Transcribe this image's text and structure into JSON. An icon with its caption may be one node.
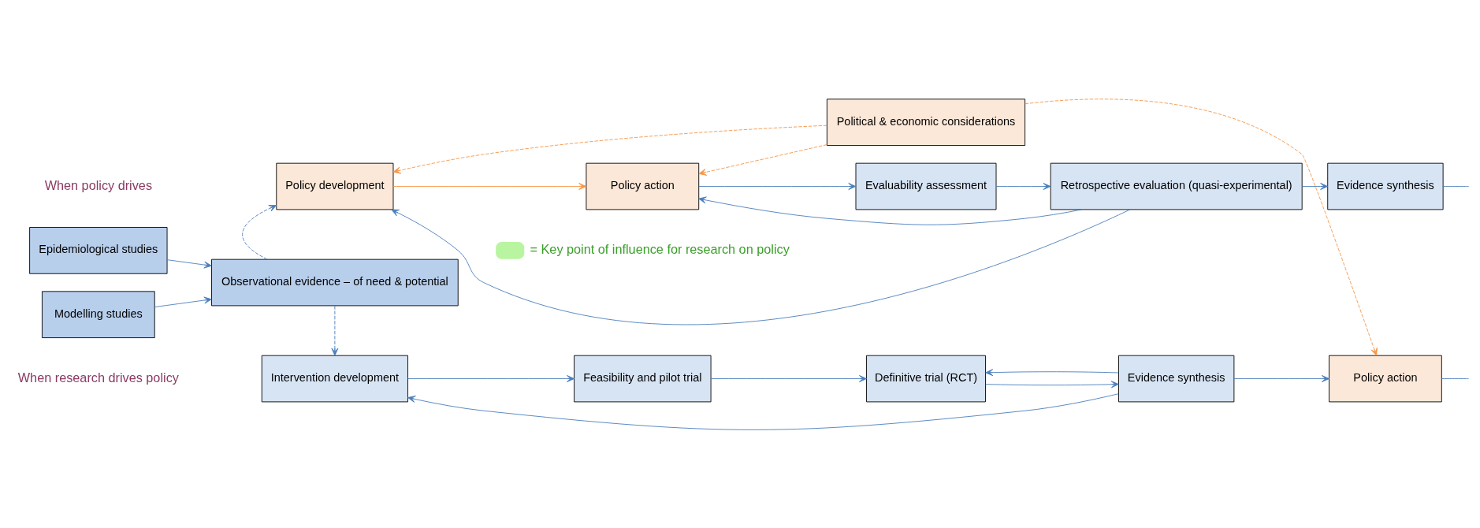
{
  "diagram": {
    "nodes": [
      {
        "text": [
          "Intervention development"
        ]
      },
      {
        "text": [
          "Feasibility and pilot trial"
        ]
      },
      {
        "text": [
          "Definitive trial (RCT)"
        ]
      },
      {
        "text": [
          "Evidence synthesis"
        ]
      },
      {
        "text": [
          "Policy action"
        ]
      },
      {
        "text": [
          "Epidemiological studies"
        ]
      },
      {
        "text": [
          "Modelling studies"
        ]
      },
      {
        "text": [
          "Observational evidence – of need & potential"
        ]
      },
      {
        "text": [
          "Political & economic considerations"
        ]
      },
      {
        "text": [
          "Policy development"
        ]
      },
      {
        "text": [
          "Policy action"
        ]
      },
      {
        "text": [
          "Evaluability assessment"
        ]
      },
      {
        "text": [
          "Retrospective evaluation (quasi-experimental)"
        ]
      },
      {
        "text": [
          "Evidence synthesis"
        ]
      }
    ],
    "edges": [
      {
        "from": 0,
        "to": 1,
        "arrow": "to"
      },
      {
        "from": 1,
        "to": 2,
        "arrow": "to"
      },
      {
        "from": 2,
        "to": 3,
        "arrow": "to"
      },
      {
        "from": 3,
        "to": 4,
        "arrow": "to"
      },
      {
        "from": 5,
        "to": 7,
        "arrow": "to"
      },
      {
        "from": 6,
        "to": 7,
        "arrow": "to"
      },
      {
        "from": 7,
        "to": 0,
        "arrow": "to",
        "style": "dashed"
      },
      {
        "from": 7,
        "to": 9,
        "arrow": "to",
        "style": "dashed"
      },
      {
        "from": 8,
        "to": 4,
        "arrow": "to",
        "style": "dashed",
        "color": "#f79646"
      },
      {
        "from": 8,
        "to": 9,
        "arrow": "to",
        "style": "dashed",
        "color": "#f79646"
      },
      {
        "from": 8,
        "to": 10,
        "arrow": "to",
        "style": "dashed",
        "color": "#f79646"
      },
      {
        "from": 9,
        "to": 10,
        "arrow": "to",
        "color": "#f79646"
      },
      {
        "from": 10,
        "to": 11,
        "arrow": "to"
      },
      {
        "from": 11,
        "to": 12,
        "arrow": "to"
      },
      {
        "from": 12,
        "to": 13,
        "arrow": "to"
      },
      {
        "from": 3,
        "to": 0,
        "arrow": "to"
      },
      {
        "from": 3,
        "to": 2,
        "arrow": "to"
      },
      {
        "from": 4,
        "to": null,
        "arrow": "none"
      },
      {
        "from": 12,
        "to": 9,
        "arrow": "to"
      },
      {
        "from": 12,
        "to": 10,
        "arrow": "to"
      },
      {
        "from": 13,
        "to": null,
        "arrow": "none"
      }
    ],
    "labels": [
      "When research drives policy",
      "When policy drives"
    ],
    "legend": [
      {
        "text": "= Key point of influence for research on policy",
        "color": "#b9f5a0"
      }
    ]
  }
}
